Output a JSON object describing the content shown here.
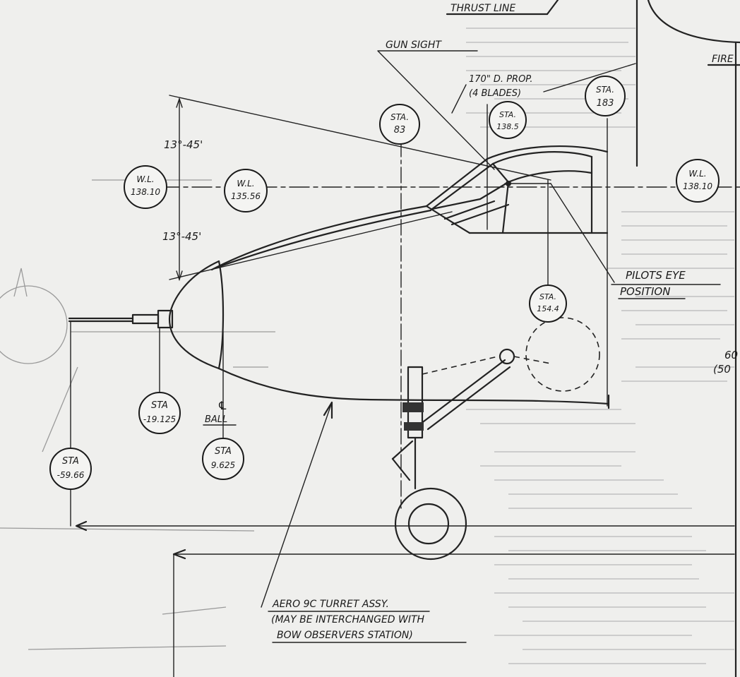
{
  "labels": {
    "thrust_line": "THRUST LINE",
    "gun_sight": "GUN SIGHT",
    "fire": "FIRE",
    "prop_line1": "170\" D. PROP.",
    "prop_line2": "(4 BLADES)",
    "angle_upper": "13°-45'",
    "angle_lower": "13°-45'",
    "pilots_eye_line1": "PILOTS EYE",
    "pilots_eye_line2": "POSITION",
    "ball_symbol": "℄",
    "ball": "BALL",
    "turret_line1": "AERO 9C TURRET ASSY.",
    "turret_line2": "(MAY BE INTERCHANGED WITH",
    "turret_line3": "BOW OBSERVERS STATION)",
    "edge_number": "60",
    "edge_paren": "(50"
  },
  "bubbles": {
    "sta183": {
      "l1": "STA.",
      "l2": "183"
    },
    "sta83": {
      "l1": "STA.",
      "l2": "83"
    },
    "sta1385": {
      "l1": "STA.",
      "l2": "138.5"
    },
    "wl13810_left": {
      "l1": "W.L.",
      "l2": "138.10"
    },
    "wl13556": {
      "l1": "W.L.",
      "l2": "135.56"
    },
    "wl13810_right": {
      "l1": "W.L.",
      "l2": "138.10"
    },
    "sta1544": {
      "l1": "STA.",
      "l2": "154.4"
    },
    "sta19125": {
      "l1": "STA",
      "l2": "-19.125"
    },
    "sta9625": {
      "l1": "STA",
      "l2": "9.625"
    },
    "sta5966": {
      "l1": "STA",
      "l2": "-59.66"
    }
  }
}
